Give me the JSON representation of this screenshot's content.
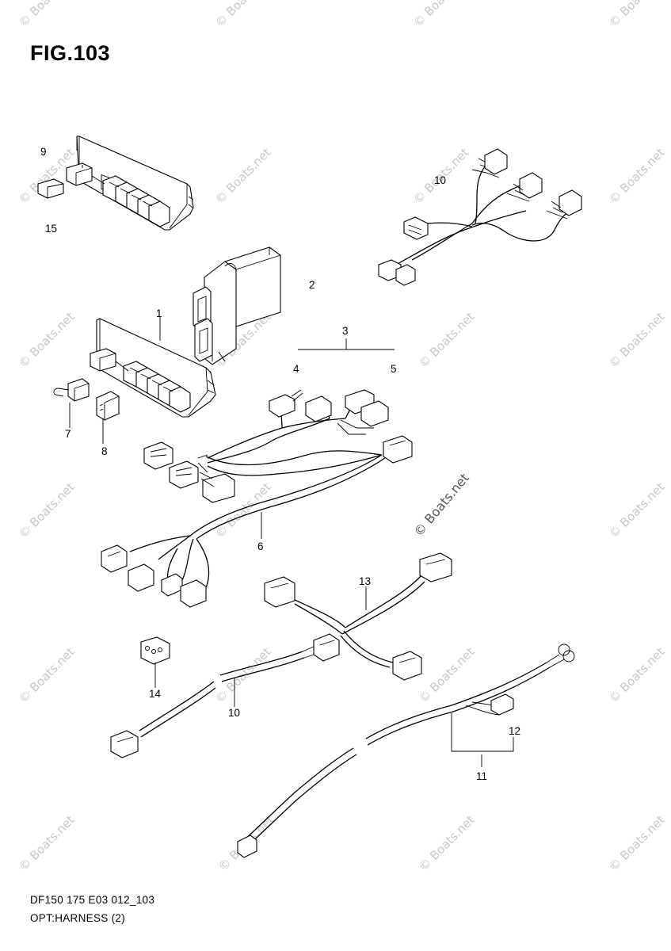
{
  "figure": {
    "title": "FIG.103"
  },
  "footer": {
    "model_code": "DF150 175 E03 012_103",
    "caption": "OPT:HARNESS (2)"
  },
  "watermark": {
    "text": "© Boats.net"
  },
  "parts": [
    {
      "number": "1"
    },
    {
      "number": "2"
    },
    {
      "number": "3"
    },
    {
      "number": "4"
    },
    {
      "number": "5"
    },
    {
      "number": "6"
    },
    {
      "number": "7"
    },
    {
      "number": "8"
    },
    {
      "number": "9"
    },
    {
      "number": "10"
    },
    {
      "number": "10"
    },
    {
      "number": "11"
    },
    {
      "number": "12"
    },
    {
      "number": "13"
    },
    {
      "number": "14"
    },
    {
      "number": "15"
    }
  ]
}
